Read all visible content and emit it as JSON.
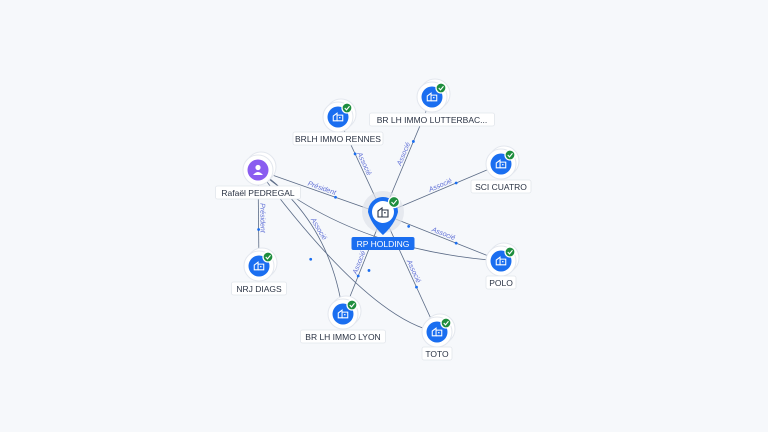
{
  "center": {
    "label": "RP HOLDING",
    "type": "company",
    "verified": true
  },
  "nodes": [
    {
      "id": "brlh_rennes",
      "label": "BRLH IMMO RENNES",
      "type": "company",
      "verified": true
    },
    {
      "id": "br_lutterbach",
      "label": "BR LH IMMO LUTTERBAC...",
      "type": "company",
      "verified": true
    },
    {
      "id": "rafael",
      "label": "Rafaël PEDREGAL",
      "type": "person",
      "verified": false
    },
    {
      "id": "sci_cuatro",
      "label": "SCI CUATRO",
      "type": "company",
      "verified": true
    },
    {
      "id": "nrj_diags",
      "label": "NRJ DIAGS",
      "type": "company",
      "verified": true
    },
    {
      "id": "polo",
      "label": "POLO",
      "type": "company",
      "verified": true
    },
    {
      "id": "br_lyon",
      "label": "BR LH IMMO LYON",
      "type": "company",
      "verified": true
    },
    {
      "id": "toto",
      "label": "TOTO",
      "type": "company",
      "verified": true
    }
  ],
  "edges": [
    {
      "from": "center",
      "to": "brlh_rennes",
      "label": "Associé"
    },
    {
      "from": "center",
      "to": "br_lutterbach",
      "label": "Associé"
    },
    {
      "from": "center",
      "to": "sci_cuatro",
      "label": "Associé"
    },
    {
      "from": "center",
      "to": "polo",
      "label": "Associé"
    },
    {
      "from": "center",
      "to": "toto",
      "label": "Associé"
    },
    {
      "from": "center",
      "to": "br_lyon",
      "label": "Associé"
    },
    {
      "from": "rafael",
      "to": "center",
      "label": "Président"
    },
    {
      "from": "rafael",
      "to": "nrj_diags",
      "label": "Président"
    },
    {
      "from": "rafael",
      "to": "br_lyon",
      "label": "Associé"
    },
    {
      "from": "rafael",
      "to": "polo",
      "label": ""
    },
    {
      "from": "rafael",
      "to": "toto",
      "label": ""
    }
  ],
  "icons": {
    "company": "building-icon",
    "person": "person-icon",
    "verified": "check-icon"
  },
  "colors": {
    "company": "#1a6ef0",
    "person": "#8a5cf0",
    "verified": "#1e8e3e",
    "edge_label": "#5f6fd6"
  }
}
